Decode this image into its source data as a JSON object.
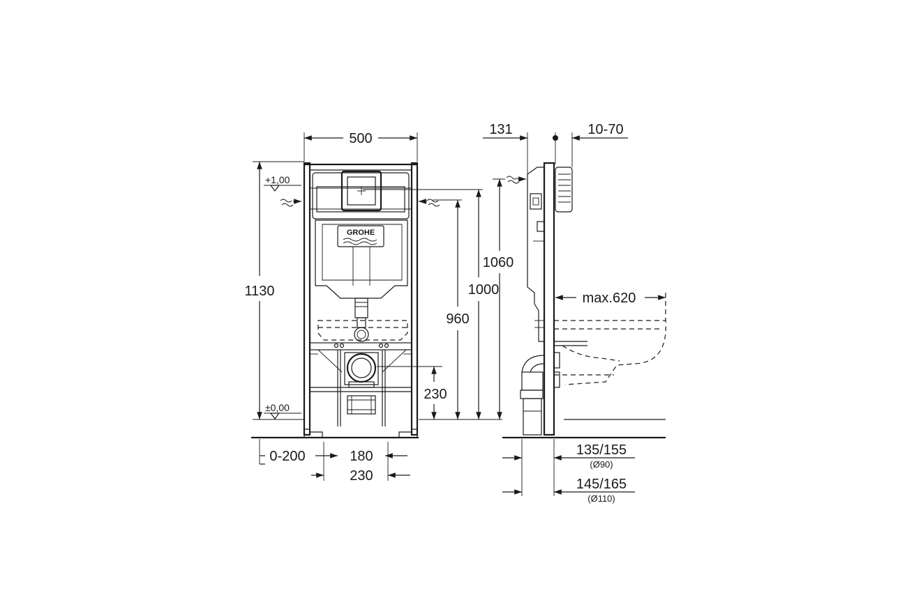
{
  "front_view": {
    "brand_logo": "GROHE",
    "width_label": "500",
    "height_label": "1130",
    "level_top_label": "+1,00",
    "level_bottom_label": "±0,00",
    "dim_1060": "1060",
    "dim_1000": "1000",
    "dim_960": "960",
    "dim_230_v": "230",
    "dim_0_200": "0-200",
    "dim_180": "180",
    "dim_230_h": "230"
  },
  "side_view": {
    "dim_131": "131",
    "dim_10_70": "10-70",
    "dim_max620": "max.620",
    "dim_135_155": "135/155",
    "dim_d90": "(Ø90)",
    "dim_145_165": "145/165",
    "dim_d110": "(Ø110)"
  },
  "colors": {
    "line": "#1a1a1a",
    "background": "#ffffff"
  }
}
